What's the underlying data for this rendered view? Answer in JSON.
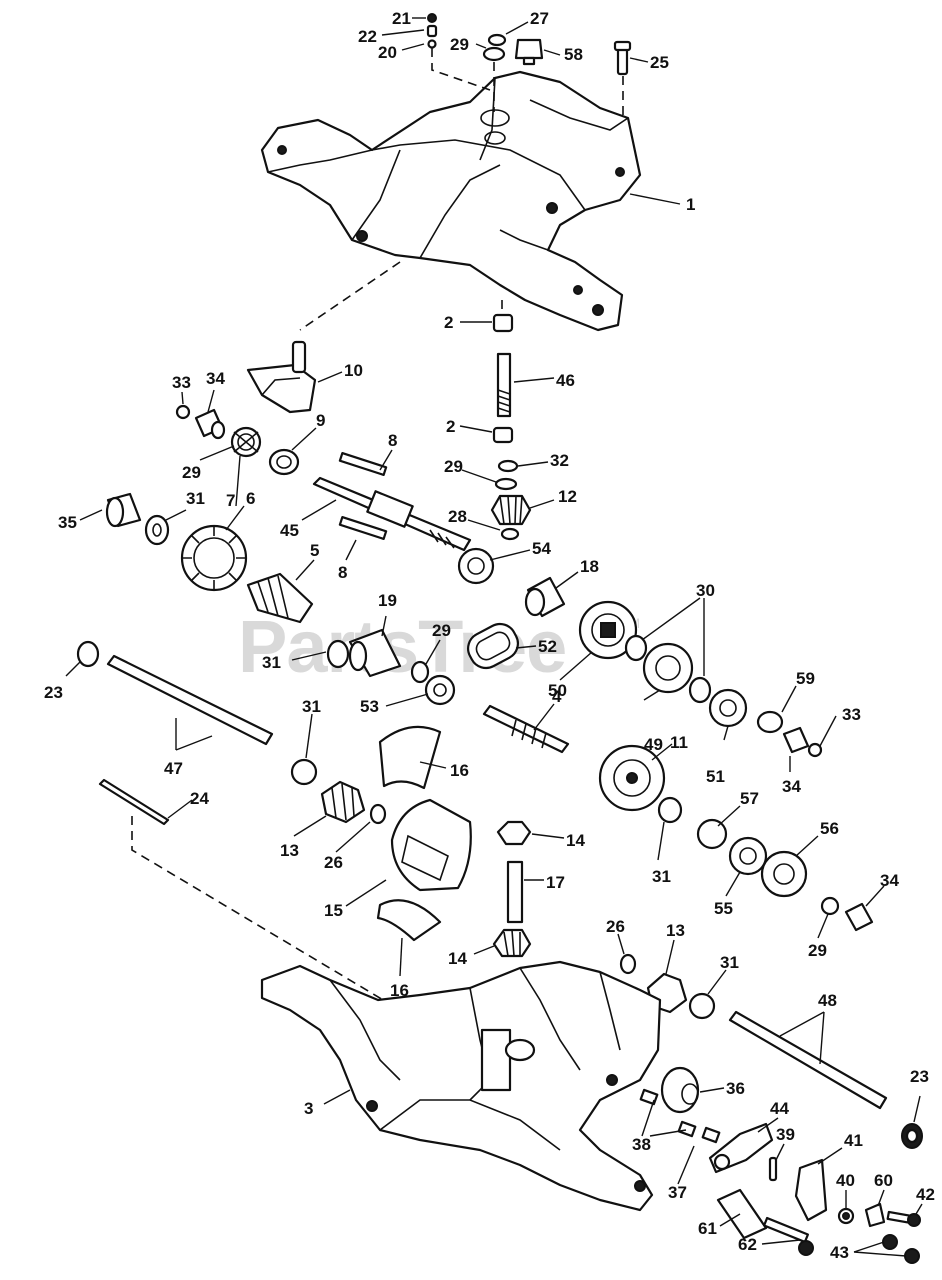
{
  "watermark": {
    "text": "PartsTree",
    "tm": "TM"
  },
  "callouts": [
    {
      "id": "c21",
      "text": "21"
    },
    {
      "id": "c22",
      "text": "22"
    },
    {
      "id": "c20",
      "text": "20"
    },
    {
      "id": "c27",
      "text": "27"
    },
    {
      "id": "c29a",
      "text": "29"
    },
    {
      "id": "c58",
      "text": "58"
    },
    {
      "id": "c25",
      "text": "25"
    },
    {
      "id": "c1",
      "text": "1"
    },
    {
      "id": "c2a",
      "text": "2"
    },
    {
      "id": "c10",
      "text": "10"
    },
    {
      "id": "c46",
      "text": "46"
    },
    {
      "id": "c33a",
      "text": "33"
    },
    {
      "id": "c34a",
      "text": "34"
    },
    {
      "id": "c9",
      "text": "9"
    },
    {
      "id": "c2b",
      "text": "2"
    },
    {
      "id": "c8a",
      "text": "8"
    },
    {
      "id": "c29b",
      "text": "29"
    },
    {
      "id": "c32",
      "text": "32"
    },
    {
      "id": "c29c",
      "text": "29"
    },
    {
      "id": "c7",
      "text": "7"
    },
    {
      "id": "c6",
      "text": "6"
    },
    {
      "id": "c12",
      "text": "12"
    },
    {
      "id": "c31a",
      "text": "31"
    },
    {
      "id": "c35",
      "text": "35"
    },
    {
      "id": "c45",
      "text": "45"
    },
    {
      "id": "c28",
      "text": "28"
    },
    {
      "id": "c54",
      "text": "54"
    },
    {
      "id": "c8b",
      "text": "8"
    },
    {
      "id": "c5",
      "text": "5"
    },
    {
      "id": "c18",
      "text": "18"
    },
    {
      "id": "c30",
      "text": "30"
    },
    {
      "id": "c19",
      "text": "19"
    },
    {
      "id": "c29d",
      "text": "29"
    },
    {
      "id": "c52",
      "text": "52"
    },
    {
      "id": "c31b",
      "text": "31"
    },
    {
      "id": "c50",
      "text": "50"
    },
    {
      "id": "c59",
      "text": "59"
    },
    {
      "id": "c23a",
      "text": "23"
    },
    {
      "id": "c53",
      "text": "53"
    },
    {
      "id": "c4",
      "text": "4"
    },
    {
      "id": "c33b",
      "text": "33"
    },
    {
      "id": "c31c",
      "text": "31"
    },
    {
      "id": "c49",
      "text": "49"
    },
    {
      "id": "c11",
      "text": "11"
    },
    {
      "id": "c51",
      "text": "51"
    },
    {
      "id": "c34b",
      "text": "34"
    },
    {
      "id": "c47",
      "text": "47"
    },
    {
      "id": "c16a",
      "text": "16"
    },
    {
      "id": "c24",
      "text": "24"
    },
    {
      "id": "c57",
      "text": "57"
    },
    {
      "id": "c14a",
      "text": "14"
    },
    {
      "id": "c13a",
      "text": "13"
    },
    {
      "id": "c26a",
      "text": "26"
    },
    {
      "id": "c31d",
      "text": "31"
    },
    {
      "id": "c56",
      "text": "56"
    },
    {
      "id": "c15",
      "text": "15"
    },
    {
      "id": "c17",
      "text": "17"
    },
    {
      "id": "c55",
      "text": "55"
    },
    {
      "id": "c34c",
      "text": "34"
    },
    {
      "id": "c29e",
      "text": "29"
    },
    {
      "id": "c26b",
      "text": "26"
    },
    {
      "id": "c13b",
      "text": "13"
    },
    {
      "id": "c14b",
      "text": "14"
    },
    {
      "id": "c16b",
      "text": "16"
    },
    {
      "id": "c31e",
      "text": "31"
    },
    {
      "id": "c48",
      "text": "48"
    },
    {
      "id": "c3",
      "text": "3"
    },
    {
      "id": "c36",
      "text": "36"
    },
    {
      "id": "c23b",
      "text": "23"
    },
    {
      "id": "c44",
      "text": "44"
    },
    {
      "id": "c38",
      "text": "38"
    },
    {
      "id": "c39",
      "text": "39"
    },
    {
      "id": "c41",
      "text": "41"
    },
    {
      "id": "c37",
      "text": "37"
    },
    {
      "id": "c40",
      "text": "40"
    },
    {
      "id": "c60",
      "text": "60"
    },
    {
      "id": "c42",
      "text": "42"
    },
    {
      "id": "c61",
      "text": "61"
    },
    {
      "id": "c62",
      "text": "62"
    },
    {
      "id": "c43",
      "text": "43"
    }
  ]
}
